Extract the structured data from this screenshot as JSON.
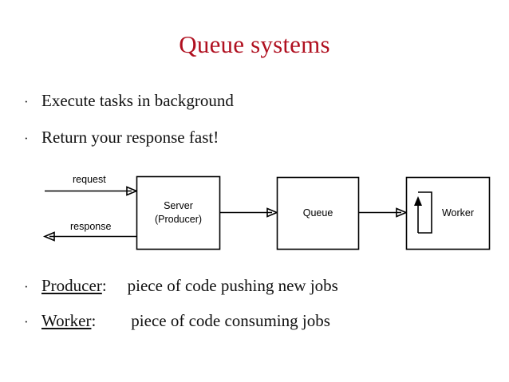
{
  "slide": {
    "title": "Queue systems",
    "title_color": "#B01020",
    "background_color": "#FFFFFF"
  },
  "bullets_top": [
    {
      "marker": "·",
      "text": "Execute tasks in background"
    },
    {
      "marker": "·",
      "text": "Return your response fast!"
    }
  ],
  "bullets_bottom": [
    {
      "marker": "·",
      "term": "Producer",
      "colon": ":",
      "definition": "piece of code pushing new jobs"
    },
    {
      "marker": "·",
      "term": "Worker",
      "colon": ":",
      "definition": "piece of code consuming jobs"
    }
  ],
  "diagram": {
    "nodes": [
      {
        "id": "server",
        "label_line1": "Server",
        "label_line2": "(Producer)"
      },
      {
        "id": "queue",
        "label": "Queue"
      },
      {
        "id": "worker",
        "label": "Worker"
      }
    ],
    "edges": [
      {
        "id": "request",
        "label": "request",
        "direction": "right"
      },
      {
        "id": "response",
        "label": "response",
        "direction": "left"
      },
      {
        "id": "server-to-queue",
        "label": "",
        "direction": "right"
      },
      {
        "id": "queue-to-worker",
        "label": "",
        "direction": "right"
      }
    ],
    "loop": {
      "id": "worker-loop",
      "label": ""
    },
    "stroke_color": "#000000",
    "fill_color": "#FFFFFF"
  }
}
